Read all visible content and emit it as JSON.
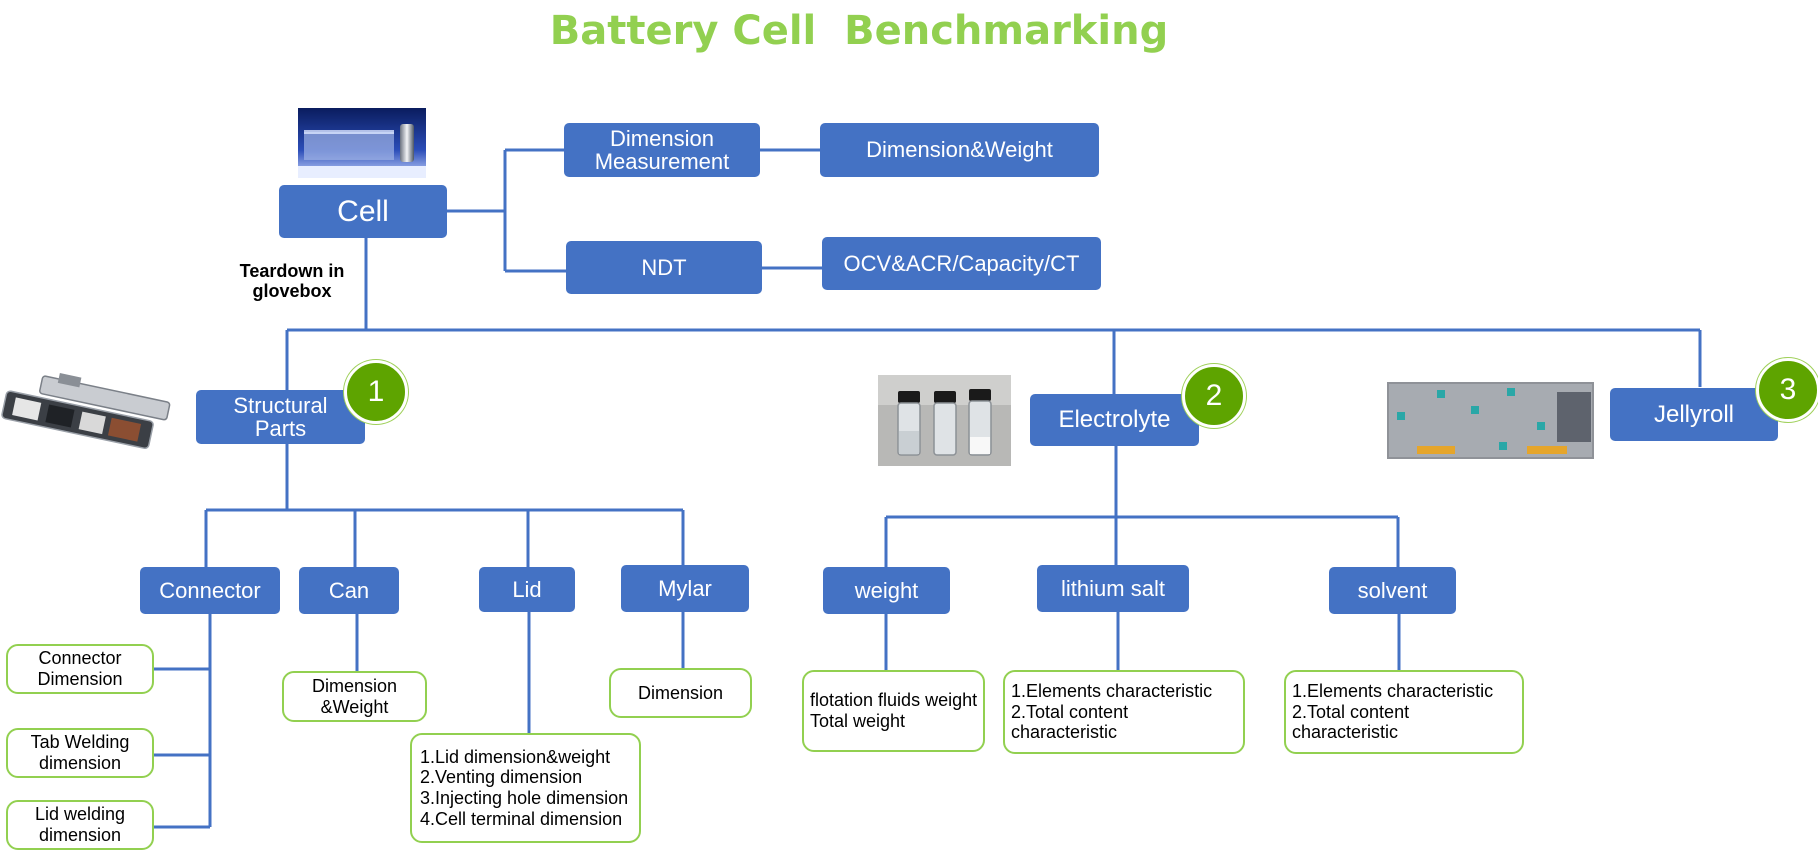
{
  "title": "Battery Cell  Benchmarking",
  "colors": {
    "title": "#92d050",
    "box": "#4472c4",
    "leaf_border": "#92d050",
    "badge": "#5ea400",
    "line": "#4472c4"
  },
  "cell": {
    "label": "Cell",
    "teardown_note": "Teardown in\nglovebox",
    "branches": [
      {
        "label": "Dimension\nMeasurement",
        "result": "Dimension&Weight"
      },
      {
        "label": "NDT",
        "result": "OCV&ACR/Capacity/CT"
      }
    ]
  },
  "categories": [
    {
      "number": "1",
      "label": "Structural\nParts"
    },
    {
      "number": "2",
      "label": "Electrolyte"
    },
    {
      "number": "3",
      "label": "Jellyroll"
    }
  ],
  "structural": [
    {
      "label": "Connector",
      "items": [
        "Connector\nDimension",
        "Tab Welding\ndimension",
        "Lid welding\ndimension"
      ]
    },
    {
      "label": "Can",
      "items": [
        "Dimension\n&Weight"
      ]
    },
    {
      "label": "Lid",
      "items": [
        "1.Lid dimension&weight\n2.Venting dimension\n3.Injecting hole dimension\n4.Cell terminal dimension"
      ]
    },
    {
      "label": "Mylar",
      "items": [
        "Dimension"
      ]
    }
  ],
  "electrolyte": [
    {
      "label": "weight",
      "items": [
        "flotation fluids weight\nTotal weight"
      ]
    },
    {
      "label": "lithium salt",
      "items": [
        "1.Elements characteristic\n2.Total content characteristic"
      ]
    },
    {
      "label": "solvent",
      "items": [
        "1.Elements characteristic\n2.Total content characteristic"
      ]
    }
  ]
}
